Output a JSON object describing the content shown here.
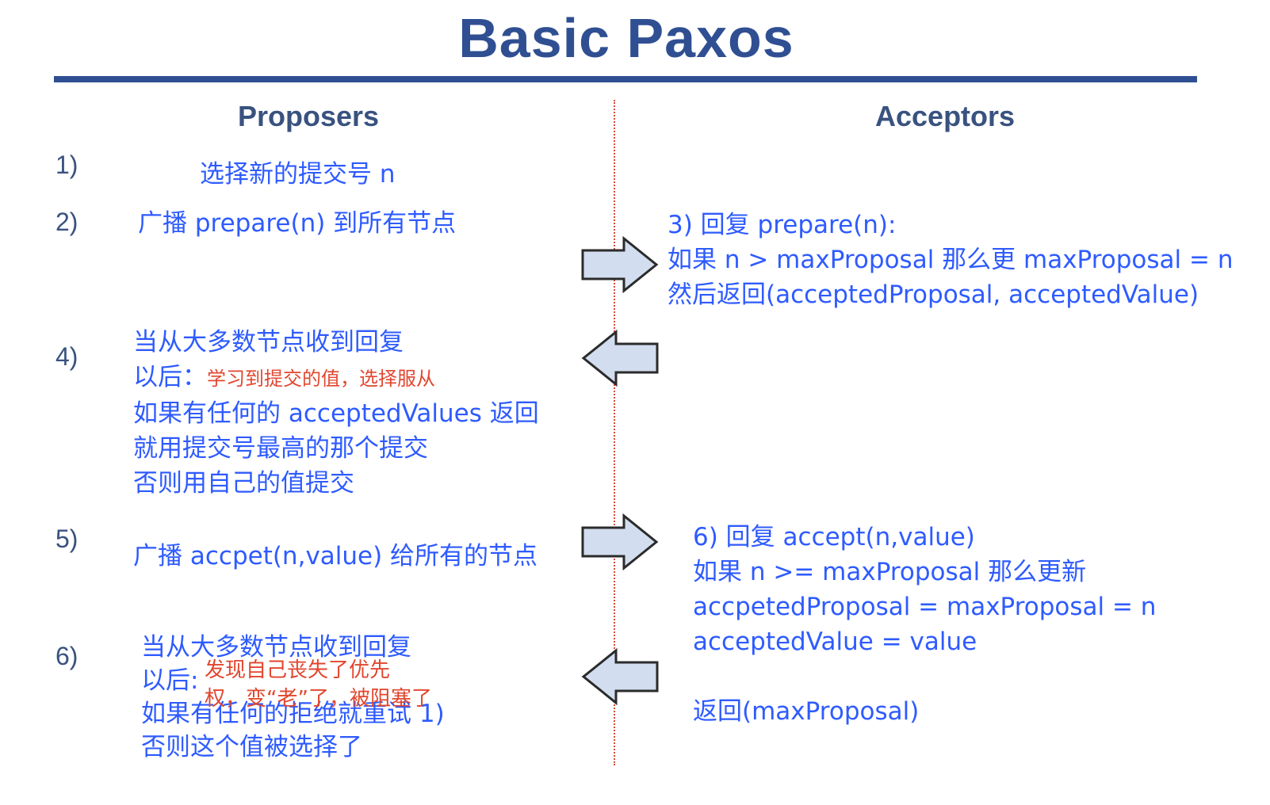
{
  "title": "Basic Paxos",
  "columns": {
    "proposers": "Proposers",
    "acceptors": "Acceptors"
  },
  "steps": {
    "s1": {
      "num": "1)",
      "text": "选择新的提交号 n"
    },
    "s2": {
      "num": "2)",
      "text": "广播 prepare(n) 到所有节点"
    },
    "s3": {
      "lines": [
        "3) 回复 prepare(n):",
        "如果 n > maxProposal 那么更 maxProposal = n",
        "然后返回(acceptedProposal, acceptedValue)"
      ]
    },
    "s4": {
      "num": "4)",
      "line1": "当从大多数节点收到回复",
      "line2_prefix": "以后：",
      "line2_note": "学习到提交的值，选择服从",
      "line3": "如果有任何的 acceptedValues 返回",
      "line4": "就用提交号最高的那个提交",
      "line5": "否则用自己的值提交"
    },
    "s5": {
      "num": "5)",
      "text": "广播 accpet(n,value) 给所有的节点"
    },
    "s6a": {
      "lines": [
        "6) 回复 accept(n,value)",
        "如果 n >= maxProposal 那么更新",
        "accpetedProposal = maxProposal = n",
        "acceptedValue = value"
      ],
      "return": "返回(maxProposal)"
    },
    "s6b": {
      "num": "6)",
      "line1": "当从大多数节点收到回复",
      "line2": "以后:",
      "note1": "发现自己丧失了优先",
      "note2": "权，变“老”了，被阻塞了",
      "line3": "如果有任何的拒绝就重试 1)",
      "line4": "否则这个值被选择了"
    }
  },
  "arrows": [
    "right",
    "left",
    "right",
    "left"
  ],
  "colors": {
    "title": "#2f4f92",
    "text": "#2e5bff",
    "note": "#e2462f",
    "divider": "#d94a3a",
    "arrow_fill": "#d2deef",
    "arrow_stroke": "#2b2b2b"
  }
}
